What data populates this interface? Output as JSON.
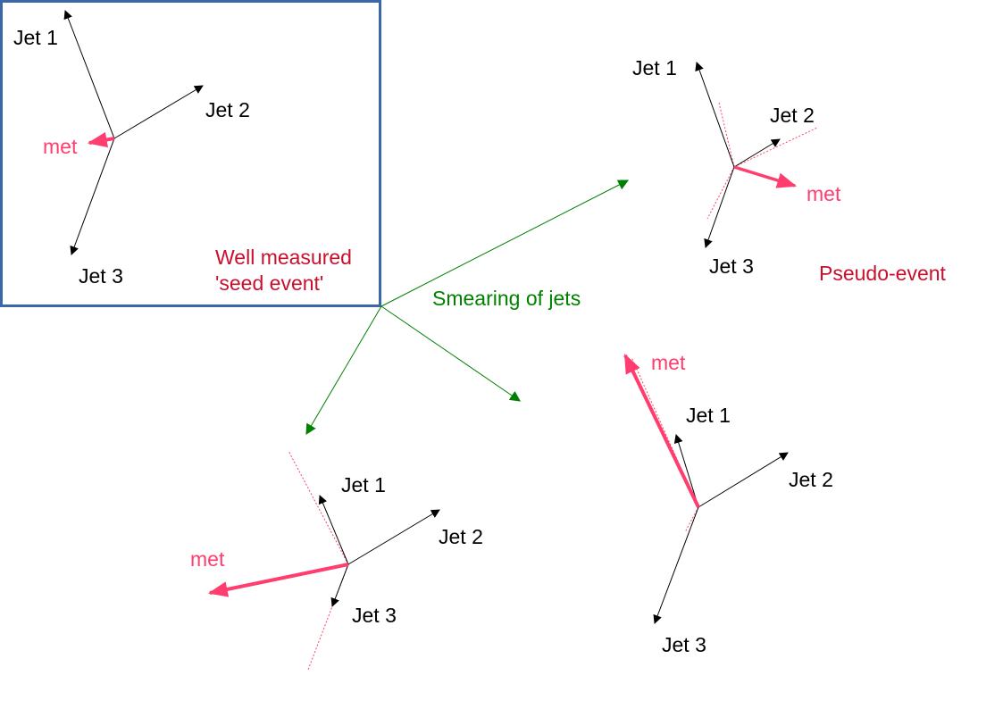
{
  "colors": {
    "jet": "#000000",
    "met": "#ff3d6e",
    "smear": "#008000",
    "seed_box": "#3b66aa",
    "caption": "#c8102e",
    "dotted": "#ff4466"
  },
  "labels": {
    "jet1": "Jet 1",
    "jet2": "Jet 2",
    "jet3": "Jet 3",
    "met": "met",
    "seed_line1": "Well measured",
    "seed_line2": "'seed event'",
    "smearing": "Smearing of jets",
    "pseudo": "Pseudo-event"
  }
}
